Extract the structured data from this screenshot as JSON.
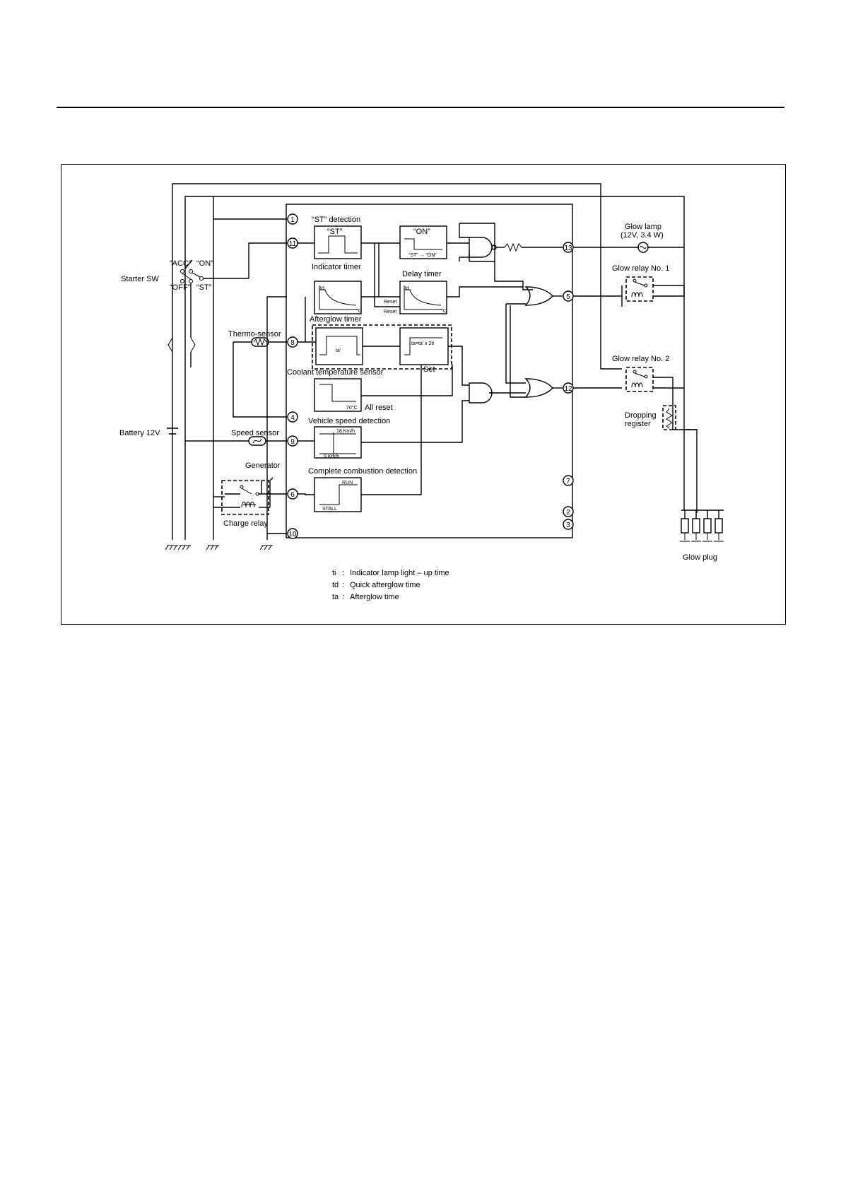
{
  "diagram": {
    "labels": {
      "starter_sw": "Starter SW",
      "acc": "“ACC”",
      "on": "“ON”",
      "off": "“OFF”",
      "st": "“ST”",
      "battery": "Battery 12V",
      "thermo_sensor": "Thermo-sensor",
      "speed_sensor": "Speed sensor",
      "generator": "Generator",
      "charge_relay": "Charge relay",
      "st_detection": "“ST” detection",
      "st_box": "“ST”",
      "on_box": "“ON”",
      "st_to_on": "“ST” → “ON”",
      "indicator_timer": "Indicator timer",
      "delay_timer": "Delay timer",
      "reset1": "Reset",
      "reset2": "Reset",
      "td1": "td",
      "td2": "td",
      "deg_c1": "°C",
      "deg_c2": "°C",
      "afterglow_timer": "Afterglow timer",
      "ta_prime": "ta'",
      "ta_formula": "ta=ta' x 2ti",
      "coolant_temp_sensor": "Coolant temperature sensor",
      "set": "Set",
      "seventy_c": "70°C",
      "all_reset": "All reset",
      "vehicle_speed_detection": "Vehicle speed detection",
      "speed_18": "18 Km/h",
      "speed_9": "9 Km/h",
      "complete_combustion_detection": "Complete combustion detection",
      "run": "RUN",
      "stall": "STALL",
      "glow_lamp": "Glow lamp",
      "glow_lamp_rating": "(12V, 3.4 W)",
      "glow_relay_1": "Glow relay No. 1",
      "glow_relay_2": "Glow relay No. 2",
      "dropping": "Dropping",
      "register": "register",
      "glow_plug": "Glow plug"
    },
    "pins": [
      "1",
      "11",
      "8",
      "4",
      "9",
      "6",
      "10",
      "13",
      "5",
      "12",
      "7",
      "2",
      "3"
    ],
    "legend": [
      {
        "abbr": "ti",
        "sep": ":",
        "text": "Indicator lamp light – up time"
      },
      {
        "abbr": "td",
        "sep": ":",
        "text": "Quick afterglow time"
      },
      {
        "abbr": "ta",
        "sep": ":",
        "text": "Afterglow time"
      }
    ]
  }
}
